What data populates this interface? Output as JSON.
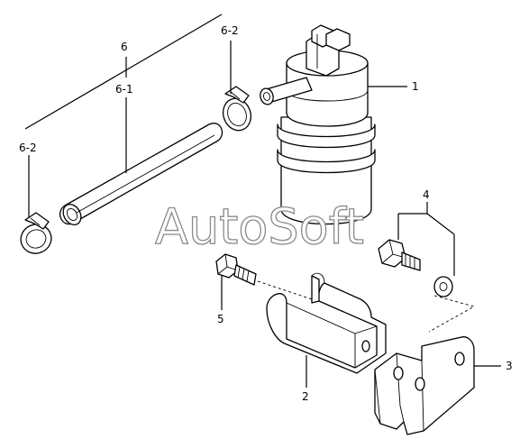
{
  "watermark": "AutoSoft",
  "callouts": {
    "part_1": "1",
    "part_2": "2",
    "part_3": "3",
    "part_4": "4",
    "part_5": "5",
    "part_6": "6",
    "part_6_1": "6-1",
    "part_6_2_top": "6-2",
    "part_6_2_left": "6-2"
  }
}
